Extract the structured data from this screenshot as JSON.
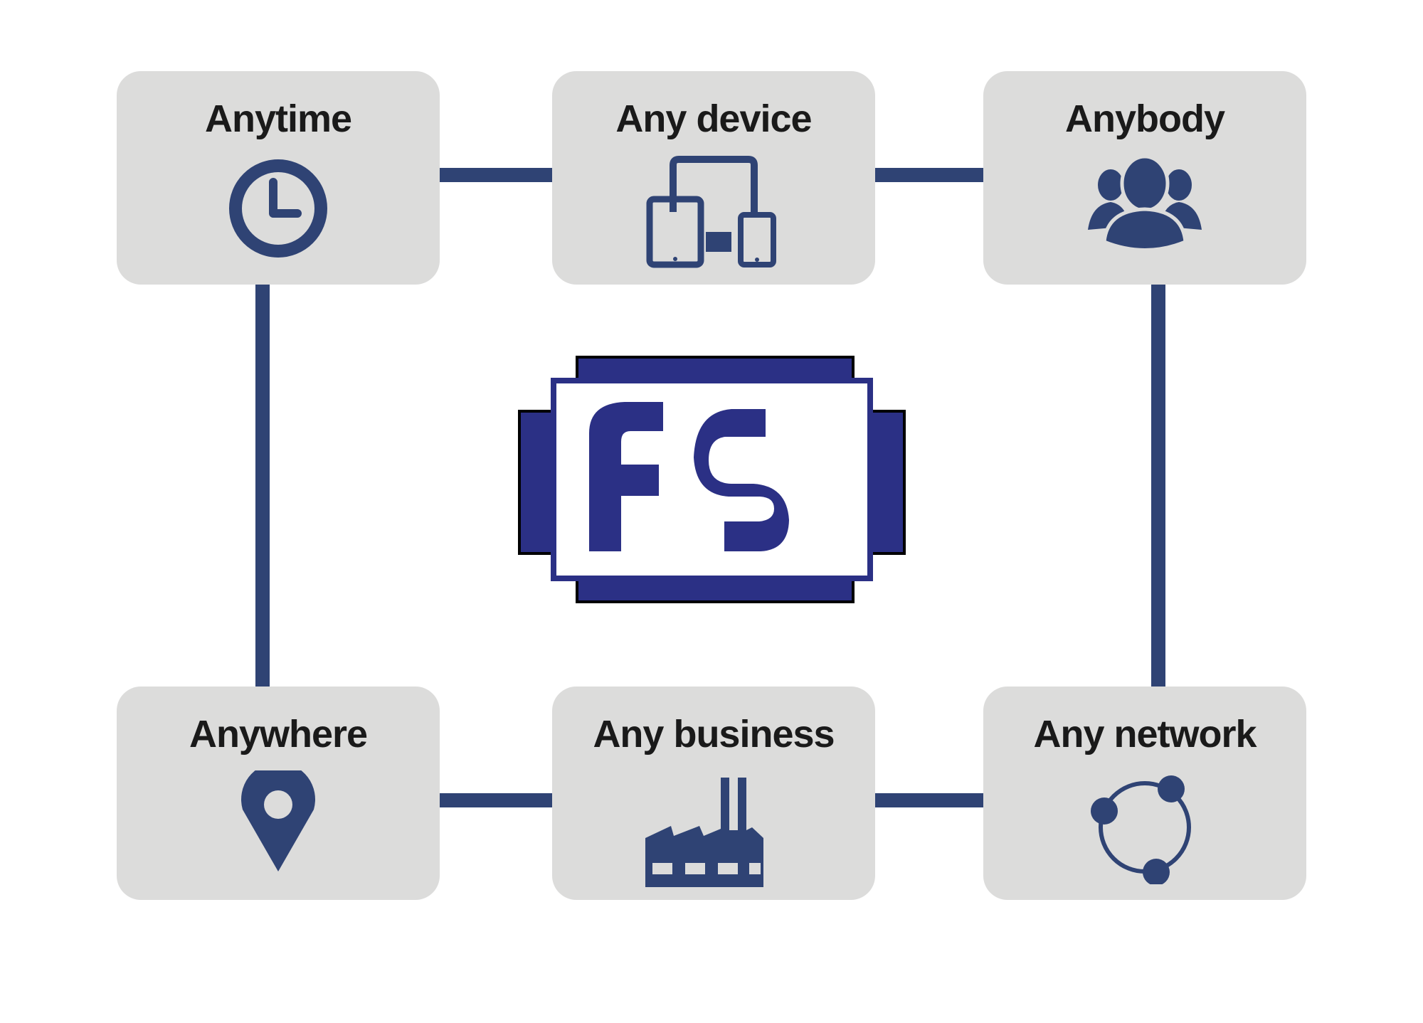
{
  "nodes": [
    {
      "label": "Anytime",
      "icon": "clock-icon"
    },
    {
      "label": "Any device",
      "icon": "devices-icon"
    },
    {
      "label": "Anybody",
      "icon": "users-icon"
    },
    {
      "label": "Anywhere",
      "icon": "location-pin-icon"
    },
    {
      "label": "Any business",
      "icon": "factory-icon"
    },
    {
      "label": "Any network",
      "icon": "network-icon"
    }
  ],
  "logo": {
    "text": "FS"
  },
  "colors": {
    "icon": "#2f4374",
    "logo": "#2b3085",
    "box": "#dcdcdb"
  }
}
